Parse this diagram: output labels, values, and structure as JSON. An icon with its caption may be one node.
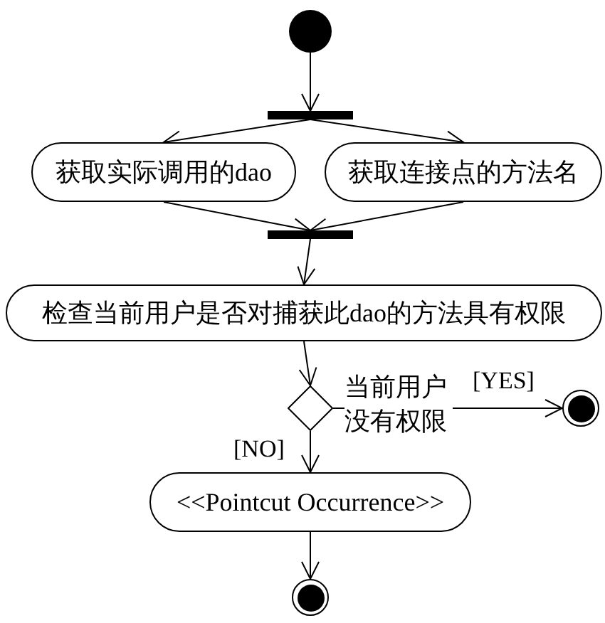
{
  "diagram": {
    "nodes": [
      {
        "text": [],
        "shape": "circle"
      },
      {
        "text": [],
        "shape": "bar"
      },
      {
        "text": [
          "获取实际调用的dao"
        ]
      },
      {
        "text": [
          "获取连接点的方法名"
        ]
      },
      {
        "text": [],
        "shape": "bar"
      },
      {
        "text": [
          "检查当前用户是否对捕获此dao的方法具有权限"
        ]
      },
      {
        "text": [],
        "shape": "diamond"
      },
      {
        "text": [],
        "shape": "circle"
      },
      {
        "text": [
          "<<Pointcut Occurrence>>"
        ]
      },
      {
        "text": [],
        "shape": "circle"
      }
    ],
    "edges": [
      {
        "from": 0,
        "to": 1,
        "arrow": "to"
      },
      {
        "from": 1,
        "to": 2,
        "arrow": "to"
      },
      {
        "from": 1,
        "to": 3,
        "arrow": "to"
      },
      {
        "from": 2,
        "to": 4,
        "arrow": "to"
      },
      {
        "from": 3,
        "to": 4,
        "arrow": "to"
      },
      {
        "from": 4,
        "to": 5,
        "arrow": "to"
      },
      {
        "from": 5,
        "to": 6,
        "arrow": "to"
      },
      {
        "from": 6,
        "to": 7,
        "arrow": "to",
        "label": "[YES]"
      },
      {
        "from": 6,
        "to": 8,
        "arrow": "to",
        "label": "[NO]"
      },
      {
        "from": 8,
        "to": 9,
        "arrow": "to"
      }
    ],
    "labels": [
      "当前用户没有权限"
    ]
  }
}
